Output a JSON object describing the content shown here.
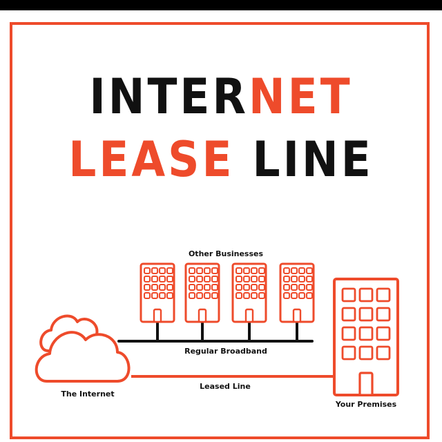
{
  "title": {
    "line1_part1": "INTER",
    "line1_part2": "NET",
    "line2_part1": "LEASE",
    "line2_part2": "LINE"
  },
  "diagram": {
    "label_other_businesses": "Other Businesses",
    "label_regular_broadband": "Regular Broadband",
    "label_leased_line": "Leased Line",
    "label_the_internet": "The Internet",
    "label_your_premises": "Your Premises"
  },
  "colors": {
    "accent": "#ee4b2b",
    "text": "#111111",
    "background": "#ffffff"
  },
  "icons": [
    "cloud-icon",
    "office-building-icon",
    "premises-building-icon"
  ]
}
